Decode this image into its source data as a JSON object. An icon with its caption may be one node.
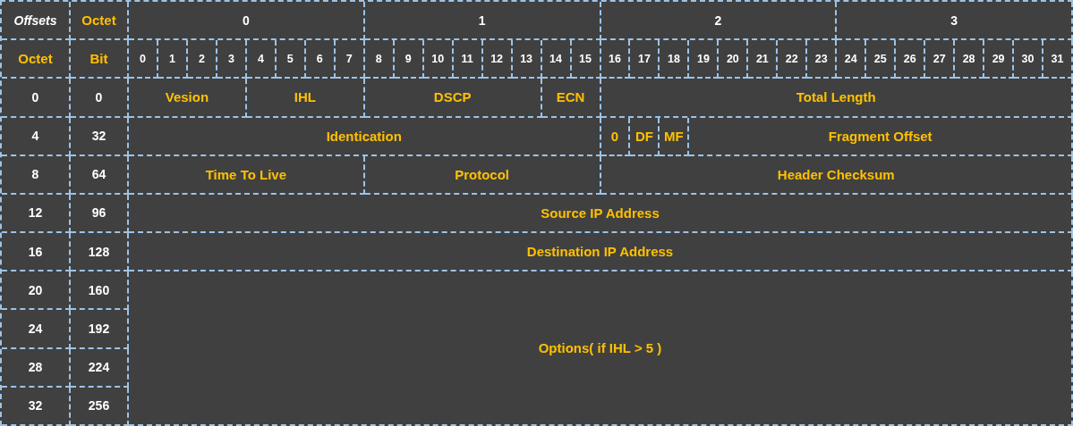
{
  "diagram": {
    "labels": [
      "Offsets",
      "Octet",
      "0",
      "1",
      "2",
      "3",
      "Octet",
      "Bit",
      "0",
      "1",
      "2",
      "3",
      "4",
      "5",
      "6",
      "7",
      "8",
      "9",
      "10",
      "11",
      "12",
      "13",
      "14",
      "15",
      "16",
      "17",
      "18",
      "19",
      "20",
      "21",
      "22",
      "23",
      "24",
      "25",
      "26",
      "27",
      "28",
      "29",
      "30",
      "31",
      "0",
      "0",
      "Vesion",
      "IHL",
      "DSCP",
      "ECN",
      "Total Length",
      "4",
      "32",
      "Identication",
      "0",
      "DF",
      "MF",
      "Fragment Offset",
      "8",
      "64",
      "Time To Live",
      "Protocol",
      "Header Checksum",
      "12",
      "96",
      "Source IP Address",
      "16",
      "128",
      "Destination IP Address",
      "20",
      "160",
      "Options( if IHL > 5 )",
      "24",
      "192",
      "28",
      "224",
      "32",
      "256"
    ]
  }
}
